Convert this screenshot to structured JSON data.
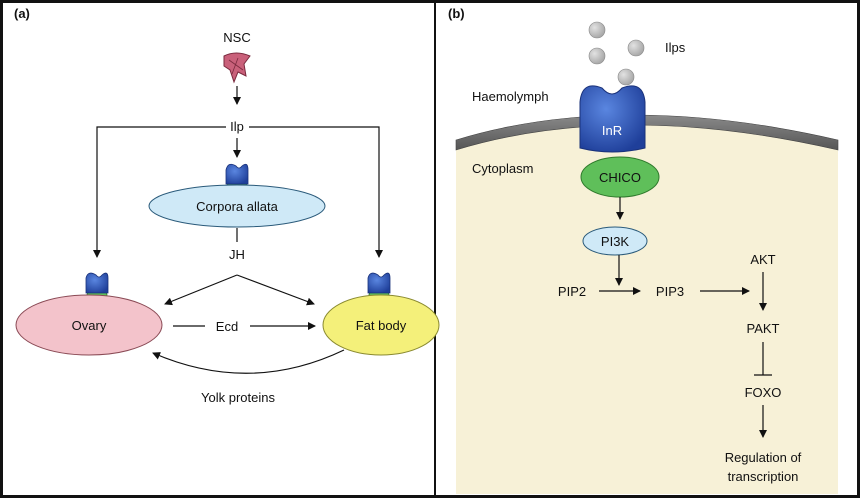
{
  "panel_a": {
    "tag": "(a)",
    "nsc": "NSC",
    "ilp": "Ilp",
    "corpora_allata": "Corpora allata",
    "jh": "JH",
    "ovary": "Ovary",
    "ecd": "Ecd",
    "fat_body": "Fat body",
    "yolk_proteins": "Yolk proteins"
  },
  "panel_b": {
    "tag": "(b)",
    "ilps": "Ilps",
    "haemolymph": "Haemolymph",
    "inr": "InR",
    "cytoplasm": "Cytoplasm",
    "chico": "CHICO",
    "pi3k": "PI3K",
    "pip2": "PIP2",
    "pip3": "PIP3",
    "akt": "AKT",
    "pakt": "PAKT",
    "foxo": "FOXO",
    "regulation_line1": "Regulation of",
    "regulation_line2": "transcription"
  },
  "colors": {
    "receptor_blue": "#2f5fc0",
    "green_chico": "#5fbf5a",
    "ovary_pink": "#f3c3cb",
    "fat_body_yellow": "#f4f07a",
    "corpora_blue": "#cfe9f7",
    "cytoplasm_cream": "#f7f1d7",
    "membrane_gray": "#6f6f6f",
    "nsc_pink": "#c9607a",
    "ilps_gray": "#bdbdbd"
  }
}
